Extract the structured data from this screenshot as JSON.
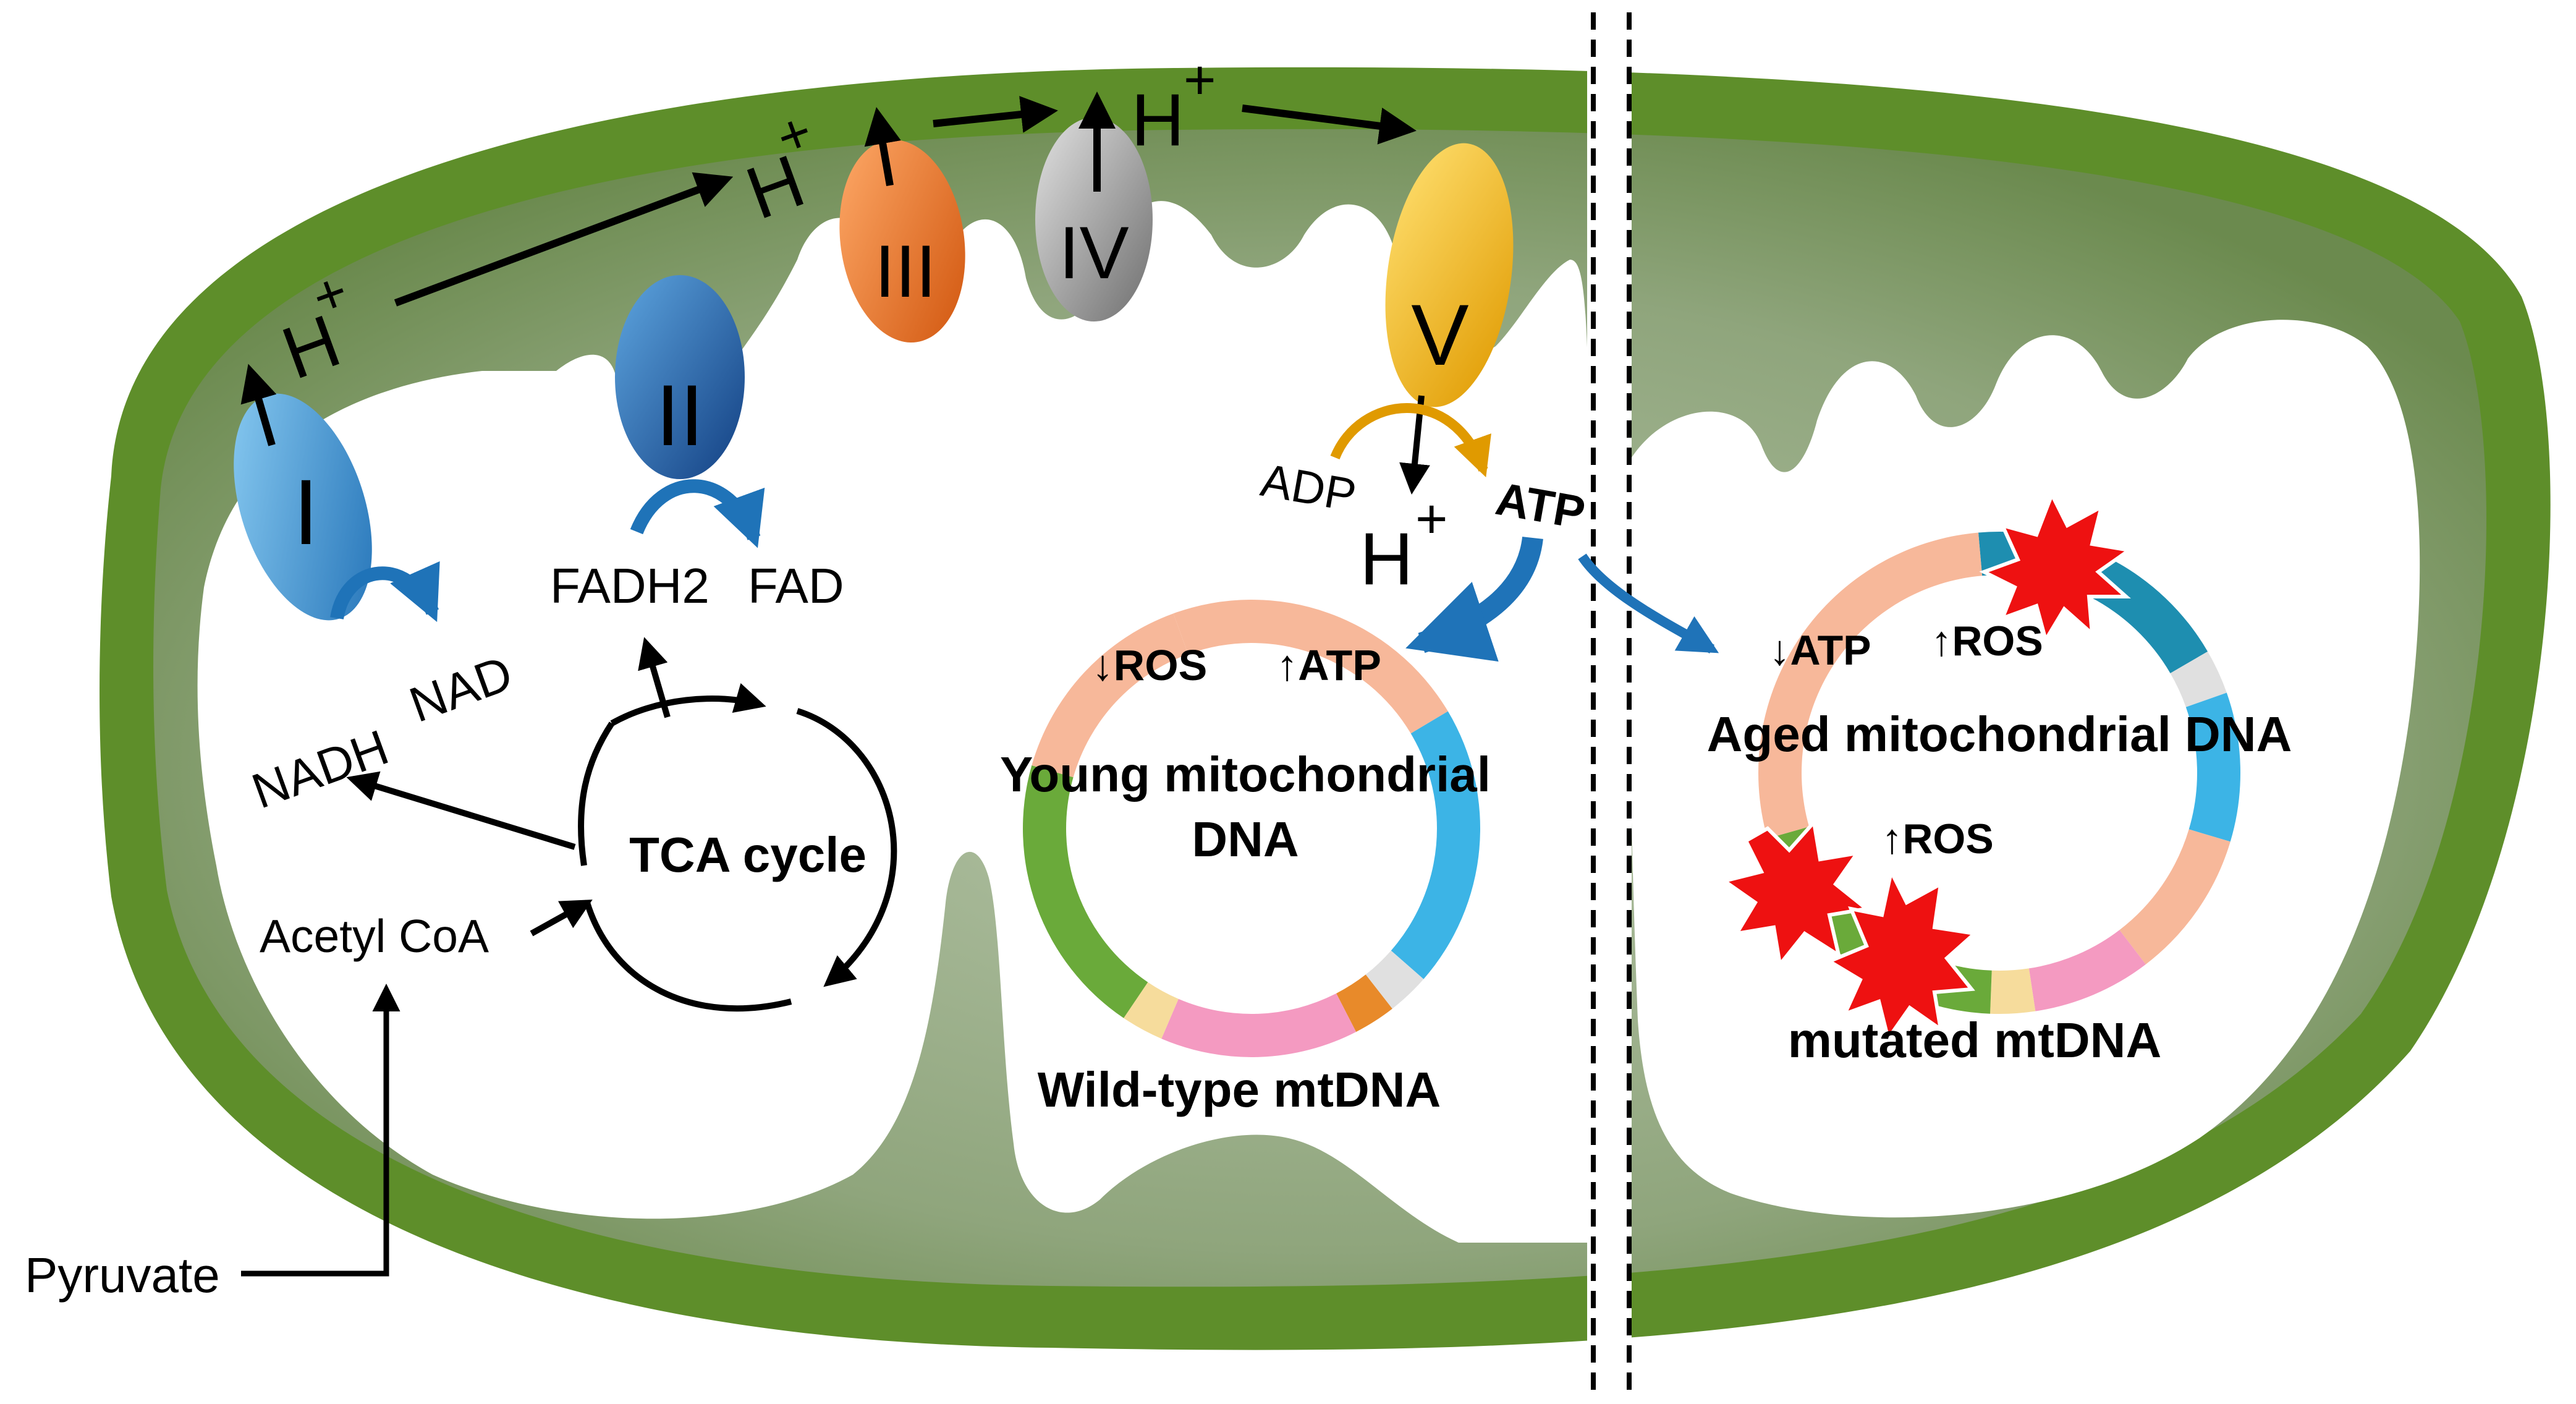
{
  "colors": {
    "membrane_outer": "#5a8a28",
    "membrane_inner": "#8fa57c",
    "complex_I": "#3a8fd0",
    "complex_II": "#1f5fa8",
    "complex_III": "#e8701f",
    "complex_IV": "#8a8a8a",
    "complex_V": "#f2b400",
    "flow_arrow": "#1f73b8",
    "ros_burst": "#ee1111"
  },
  "complexes": {
    "I": "I",
    "II": "II",
    "III": "III",
    "IV": "IV",
    "V": "V"
  },
  "protons": {
    "h1": "H",
    "h2": "H",
    "h3": "H",
    "h4": "H",
    "plus": "+"
  },
  "metabolites": {
    "nadh": "NADH",
    "nad": "NAD",
    "fadh2": "FADH2",
    "fad": "FAD",
    "adp": "ADP",
    "atp": "ATP",
    "acetyl_coa": "Acetyl CoA",
    "pyruvate": "Pyruvate",
    "tca": "TCA cycle"
  },
  "young": {
    "ros": "↓ROS",
    "atp": "↑ATP",
    "title_line1": "Young mitochondrial",
    "title_line2": "DNA",
    "caption": "Wild-type mtDNA"
  },
  "aged": {
    "atp": "↓ATP",
    "ros_top": "↑ROS",
    "title": "Aged mitochondrial DNA",
    "ros_mid": "↑ROS",
    "caption": "mutated mtDNA"
  },
  "plasmid_segments_young": [
    {
      "color": "#f7b89a",
      "fraction": 0.22
    },
    {
      "color": "#3cb4e6",
      "fraction": 0.2
    },
    {
      "color": "#e0e0e0",
      "fraction": 0.03
    },
    {
      "color": "#e88a2a",
      "fraction": 0.03
    },
    {
      "color": "#f49ac1",
      "fraction": 0.14
    },
    {
      "color": "#f6dc9c",
      "fraction": 0.03
    },
    {
      "color": "#6aaa3a",
      "fraction": 0.2
    },
    {
      "color": "#f7b89a",
      "fraction": 0.15
    }
  ],
  "plasmid_segments_aged": [
    {
      "color": "#1e8eb0",
      "fraction": 0.18
    },
    {
      "color": "#e0e0e0",
      "fraction": 0.03
    },
    {
      "color": "#3cb4e6",
      "fraction": 0.1
    },
    {
      "color": "#f7b89a",
      "fraction": 0.1
    },
    {
      "color": "#f49ac1",
      "fraction": 0.08
    },
    {
      "color": "#f6dc9c",
      "fraction": 0.03
    },
    {
      "color": "#6aaa3a",
      "fraction": 0.2
    },
    {
      "color": "#f7b89a",
      "fraction": 0.28
    }
  ]
}
